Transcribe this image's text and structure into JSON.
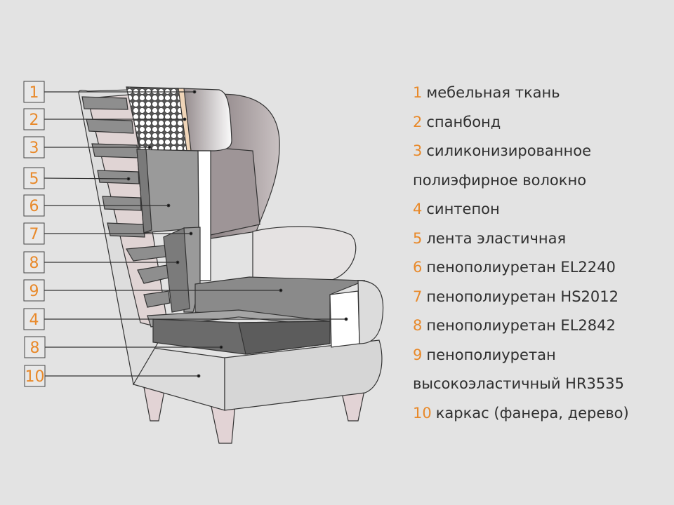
{
  "callouts": [
    "1",
    "2",
    "3",
    "5",
    "6",
    "7",
    "8",
    "9",
    "4",
    "8",
    "10"
  ],
  "legend": [
    {
      "num": "1",
      "text": "мебельная ткань"
    },
    {
      "num": "2",
      "text": "спанбонд"
    },
    {
      "num": "3",
      "text": "силиконизированное"
    },
    {
      "num": "",
      "text": "полиэфирное волокно"
    },
    {
      "num": "4",
      "text": "синтепон"
    },
    {
      "num": "5",
      "text": "лента эластичная"
    },
    {
      "num": "6",
      "text": "пенополиуретан EL2240"
    },
    {
      "num": "7",
      "text": "пенополиуретан HS2012"
    },
    {
      "num": "8",
      "text": "пенополиуретан EL2842"
    },
    {
      "num": "9",
      "text": "пенополиуретан"
    },
    {
      "num": "",
      "text": "высокоэластичный HR3535"
    },
    {
      "num": "10",
      "text": "каркас (фанера, дерево)"
    }
  ],
  "colors": {
    "accent": "#e8892a",
    "text": "#2f2f2f",
    "background": "#e3e3e3"
  }
}
